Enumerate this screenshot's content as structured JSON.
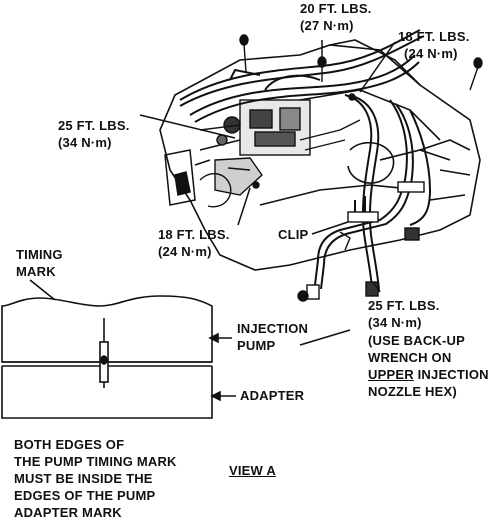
{
  "torque_labels": {
    "top_center": {
      "line1": "20 FT. LBS.",
      "line2": "(27 N·m)"
    },
    "top_right": {
      "line1": "18 FT. LBS.",
      "line2": "(24 N·m)"
    },
    "left": {
      "line1": "25 FT. LBS.",
      "line2": "(34 N·m)"
    },
    "lower_center": {
      "line1": "18 FT. LBS.",
      "line2": "(24 N·m)"
    },
    "lower_right": {
      "line1": "25 FT. LBS.",
      "line2": "(34 N·m)"
    }
  },
  "clip_label": "CLIP",
  "backup_note": {
    "line1": "(USE BACK-UP",
    "line2": "WRENCH ON",
    "line3_underlined": "UPPER",
    "line3_rest": " INJECTION",
    "line4": "NOZZLE HEX)"
  },
  "timing_mark": {
    "line1": "TIMING",
    "line2": "MARK"
  },
  "injection_pump": {
    "line1": "INJECTION",
    "line2": "PUMP"
  },
  "adapter": "ADAPTER",
  "note": {
    "line1": "BOTH EDGES OF",
    "line2": "THE PUMP TIMING MARK",
    "line3": "MUST BE INSIDE THE",
    "line4": "EDGES OF THE PUMP",
    "line5": "ADAPTER MARK"
  },
  "view_label": "VIEW A",
  "colors": {
    "ink": "#111111",
    "paper": "#ffffff"
  }
}
